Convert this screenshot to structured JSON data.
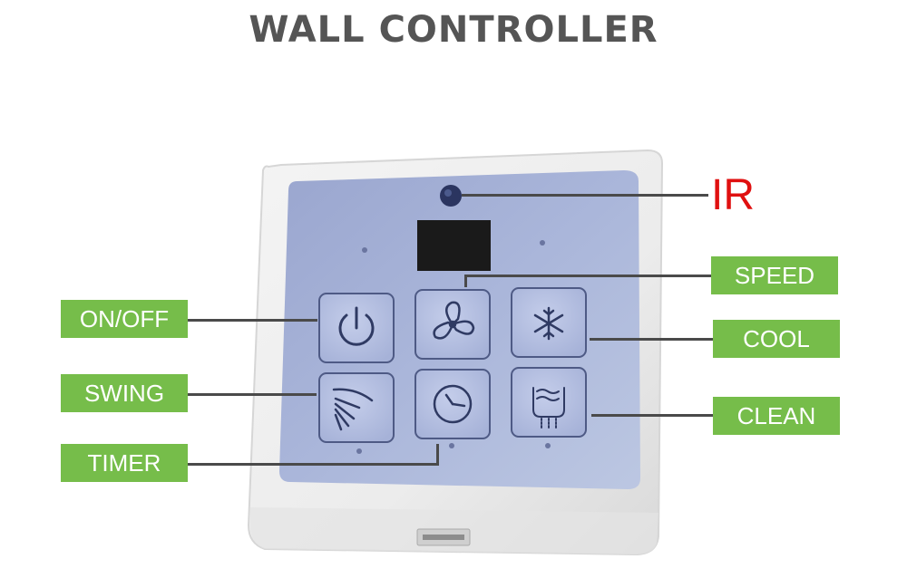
{
  "title": "WALL CONTROLLER",
  "callouts": {
    "ir": "IR",
    "speed": "SPEED",
    "cool": "COOL",
    "clean": "CLEAN",
    "on_off": "ON/OFF",
    "swing": "SWING",
    "timer": "TIMER"
  },
  "colors": {
    "label_bg": "#76bd4a",
    "label_text": "#ffffff",
    "ir_text": "#e01010",
    "title_text": "#555555",
    "panel": "#a9b5d6",
    "casing": "#f2f2f2"
  },
  "buttons": [
    {
      "id": "power",
      "icon": "power-icon"
    },
    {
      "id": "fan",
      "icon": "fan-icon"
    },
    {
      "id": "cool",
      "icon": "snowflake-icon"
    },
    {
      "id": "swing",
      "icon": "swing-icon"
    },
    {
      "id": "timer",
      "icon": "clock-icon"
    },
    {
      "id": "clean",
      "icon": "clean-icon"
    }
  ]
}
